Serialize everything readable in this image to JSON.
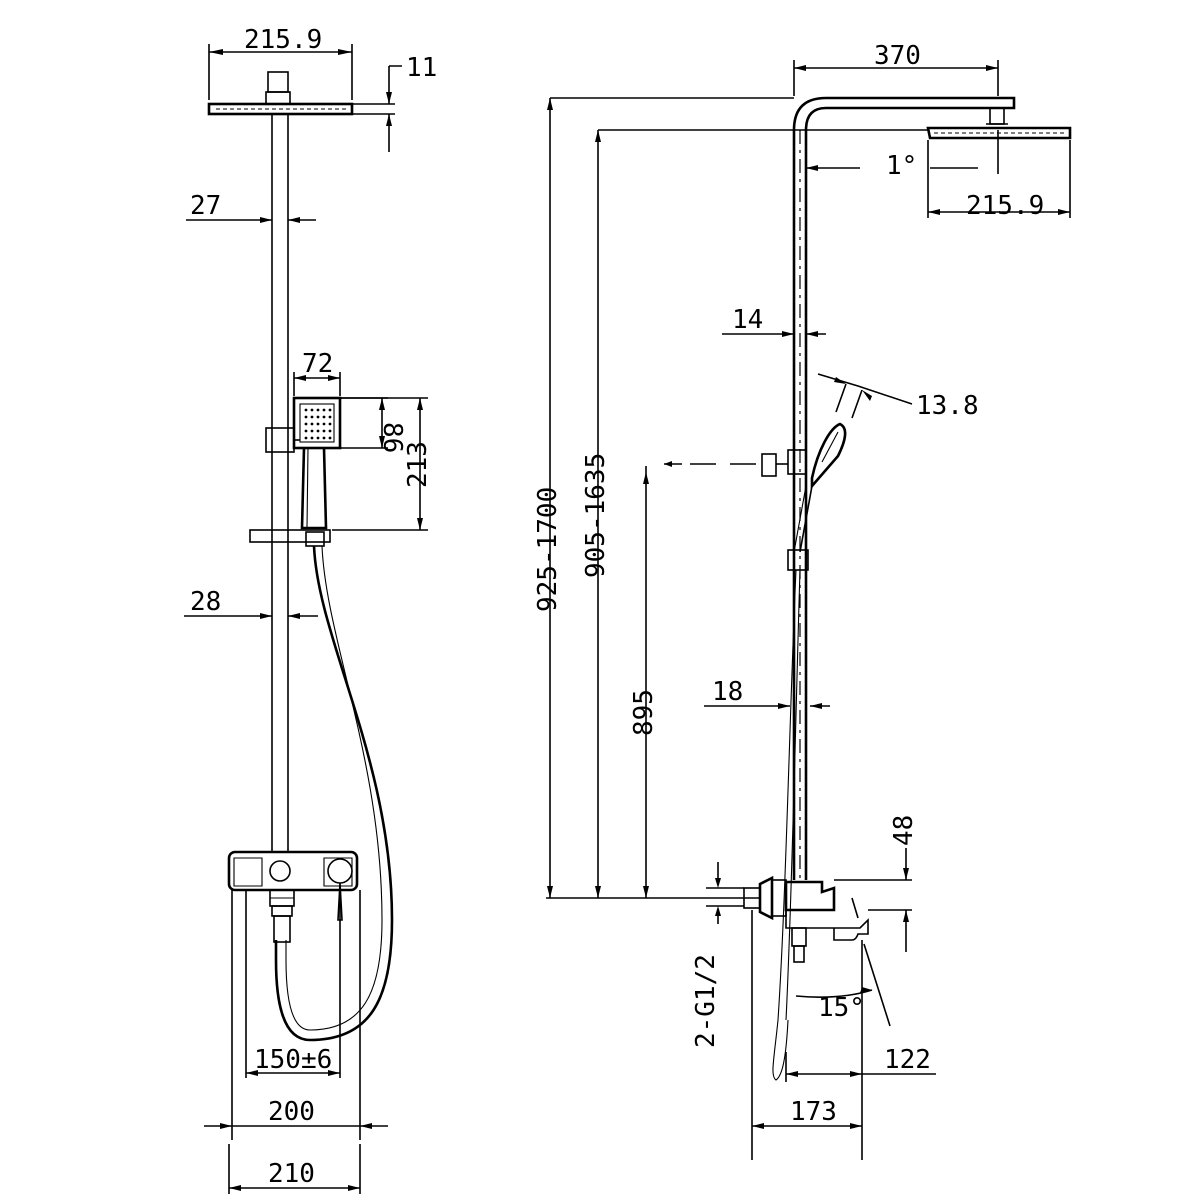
{
  "drawing": {
    "type": "technical-dimension-drawing",
    "front_view": {
      "head_width": "215.9",
      "head_thickness": "11",
      "upper_pipe": "27",
      "handheld_width": "72",
      "handheld_head_height": "86",
      "handheld_height": "213",
      "lower_pipe": "28",
      "centers": "150±6",
      "width_inner": "200",
      "width_outer": "210"
    },
    "side_view": {
      "arm_reach": "370",
      "tilt_angle": "1°",
      "head_width": "215.9",
      "top_pipe": "14",
      "hose_diameter": "13.8",
      "total_height": "925-1700",
      "head_height": "905-1635",
      "bracket_height": "895",
      "lower_pipe": "18",
      "valve_height": "48",
      "inlet": "2-G1/2",
      "spout_angle": "15°",
      "spout_reach": "122",
      "depth": "173"
    }
  }
}
